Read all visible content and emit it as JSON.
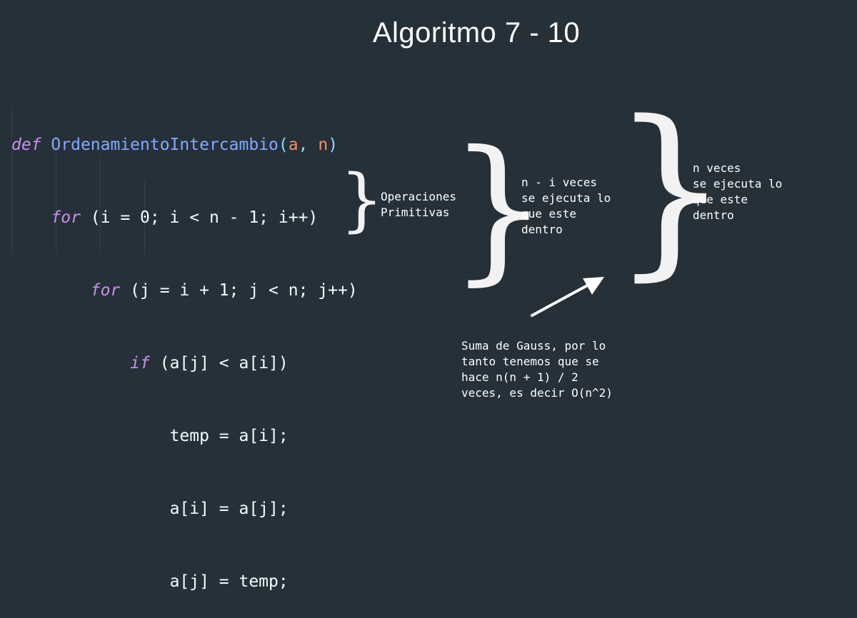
{
  "title": "Algoritmo 7 - 10",
  "code": {
    "line1": {
      "kw": "def",
      "fn": "OrdenamientoIntercambio",
      "open": "(",
      "p1": "a",
      "comma": ", ",
      "p2": "n",
      "close": ")"
    },
    "line2": {
      "kw": "for",
      "rest": " (i = 0; i < n - 1; i++)"
    },
    "line3": {
      "kw": "for",
      "rest": " (j = i + 1; j < n; j++)"
    },
    "line4": {
      "kw": "if",
      "rest": " (a[j] < a[i])"
    },
    "line5": "temp = a[i];",
    "line6": "a[i] = a[j];",
    "line7": "a[j] = temp;"
  },
  "annotations": {
    "primitives": "Operaciones\nPrimitivas",
    "inner_loop": "n - i veces\nse ejecuta lo\nque este\ndentro",
    "outer_loop": "n veces\nse ejecuta lo\nque este\ndentro",
    "gauss": "Suma de Gauss, por lo\ntanto tenemos que se\nhace n(n + 1) / 2\nveces, es decir O(n^2)"
  },
  "colors": {
    "background": "#263038",
    "keyword": "#c792ea",
    "function": "#82aaff",
    "parameter": "#f78c6c",
    "text": "#eeffff"
  }
}
